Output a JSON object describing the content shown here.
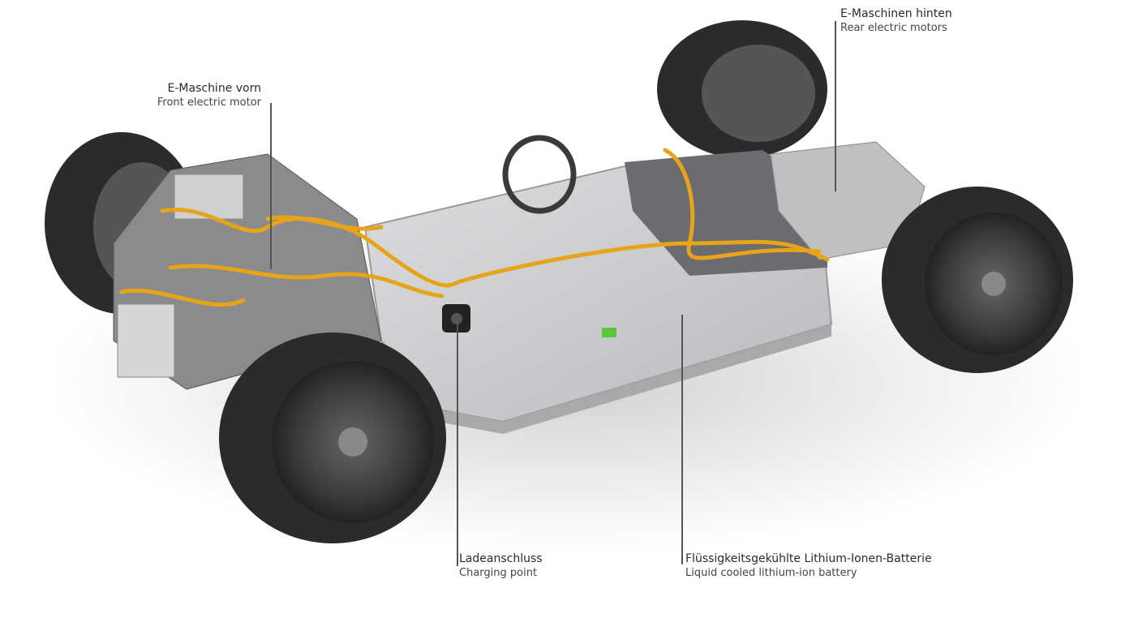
{
  "labels": {
    "front_motor": {
      "de": "E-Maschine vorn",
      "en": "Front electric motor"
    },
    "rear_motors": {
      "de": "E-Maschinen hinten",
      "en": "Rear electric motors"
    },
    "charging": {
      "de": "Ladeanschluss",
      "en": "Charging point"
    },
    "battery": {
      "de": "Flüssigkeitsgekühlte Lithium-Ionen-Batterie",
      "en": "Liquid cooled lithium-ion battery"
    }
  },
  "colors": {
    "cable": "#e8a419",
    "battery": "#c9cacc",
    "tire": "#2b2b2b"
  }
}
